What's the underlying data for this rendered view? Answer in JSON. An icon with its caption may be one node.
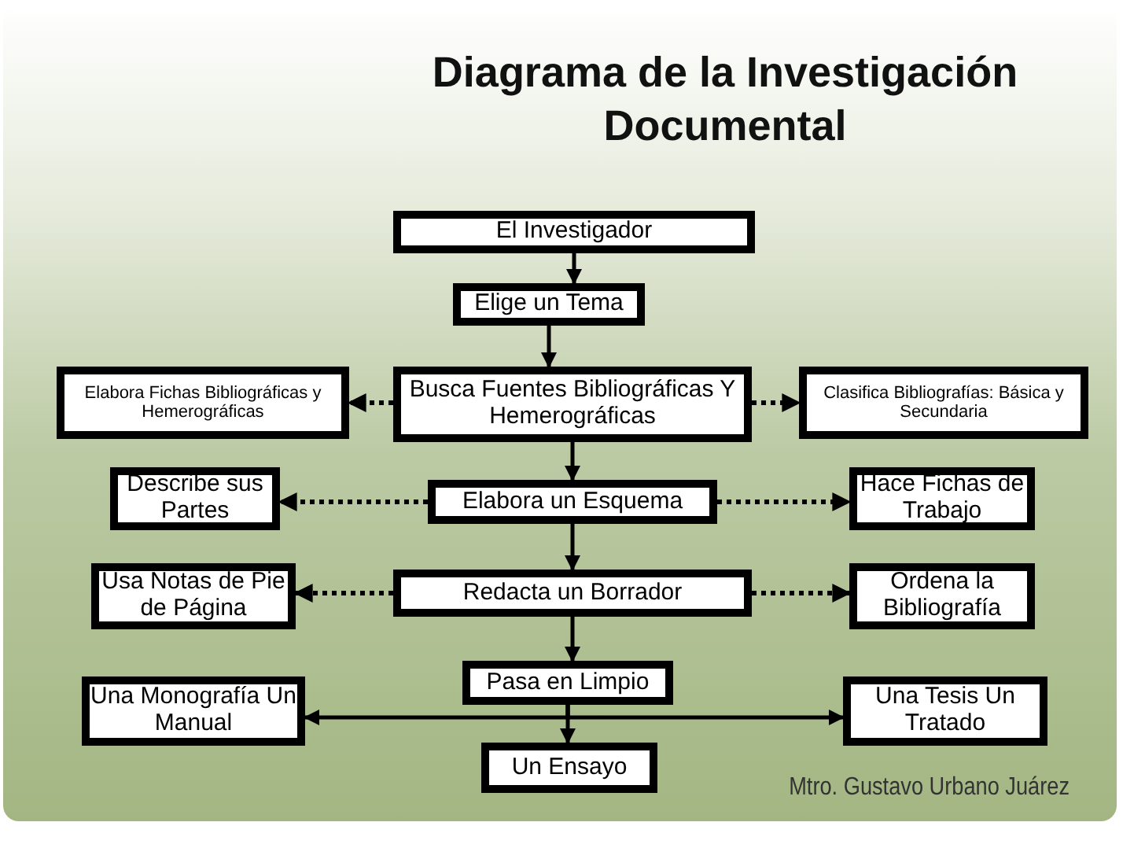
{
  "diagram": {
    "title": "Diagrama de la Investigación Documental",
    "nodes": [
      {
        "text": [
          "El Investigador"
        ]
      },
      {
        "text": [
          "Elige un Tema"
        ]
      },
      {
        "text": [
          "Busca Fuentes Bibliográficas Y Hemerográficas"
        ]
      },
      {
        "text": [
          "Elabora Fichas Bibliográficas y Hemerográficas"
        ]
      },
      {
        "text": [
          "Clasifica Bibliografías: Básica y Secundaria"
        ]
      },
      {
        "text": [
          "Describe sus Partes"
        ]
      },
      {
        "text": [
          "Elabora un Esquema"
        ]
      },
      {
        "text": [
          "Hace Fichas de Trabajo"
        ]
      },
      {
        "text": [
          "Usa Notas de Pie de Página"
        ]
      },
      {
        "text": [
          "Redacta un Borrador"
        ]
      },
      {
        "text": [
          "Ordena la Bibliografía"
        ]
      },
      {
        "text": [
          "Pasa en Limpio"
        ]
      },
      {
        "text": [
          "Una Monografía Un Manual"
        ]
      },
      {
        "text": [
          "Un Ensayo"
        ]
      },
      {
        "text": [
          "Una Tesis Un Tratado"
        ]
      }
    ],
    "edges": [
      {
        "from": 0,
        "to": 1,
        "arrow": "to"
      },
      {
        "from": 1,
        "to": 2,
        "arrow": "to"
      },
      {
        "from": 2,
        "to": 3,
        "arrow": "to",
        "style": "dashed"
      },
      {
        "from": 2,
        "to": 4,
        "arrow": "to",
        "style": "dashed"
      },
      {
        "from": 2,
        "to": 6,
        "arrow": "to"
      },
      {
        "from": 6,
        "to": 5,
        "arrow": "to",
        "style": "dashed"
      },
      {
        "from": 6,
        "to": 7,
        "arrow": "to",
        "style": "dashed"
      },
      {
        "from": 6,
        "to": 9,
        "arrow": "to"
      },
      {
        "from": 9,
        "to": 8,
        "arrow": "to",
        "style": "dashed"
      },
      {
        "from": 9,
        "to": 10,
        "arrow": "to",
        "style": "dashed"
      },
      {
        "from": 9,
        "to": 11,
        "arrow": "to"
      },
      {
        "from": 11,
        "to": 12,
        "arrow": "to"
      },
      {
        "from": 11,
        "to": 13,
        "arrow": "to"
      },
      {
        "from": 11,
        "to": 14,
        "arrow": "to"
      }
    ],
    "labels": [
      "Mtro. Gustavo Urbano Juárez"
    ]
  }
}
